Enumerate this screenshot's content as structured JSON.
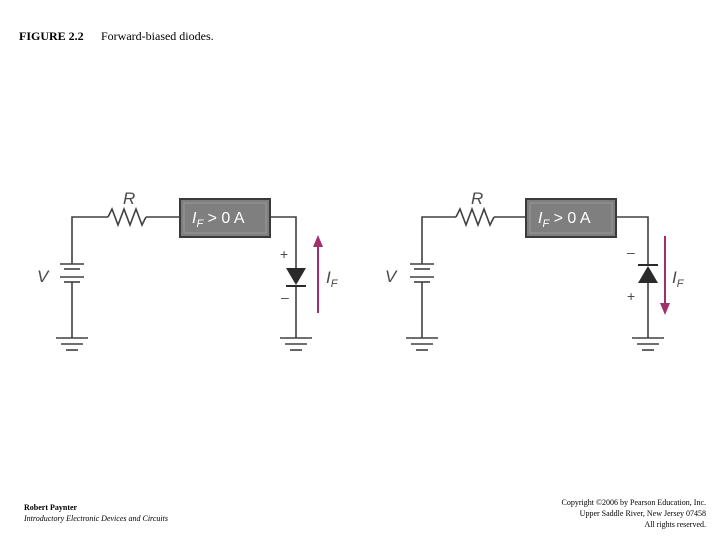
{
  "header": {
    "figure_label": "FIGURE 2.2",
    "caption": "Forward-biased diodes."
  },
  "footer": {
    "author": "Robert Paynter",
    "book_title": "Introductory Electronic Devices and Circuits",
    "copyright_lines": [
      "Copyright ©2006 by Pearson Education, Inc.",
      "Upper Saddle River, New Jersey 07458",
      "All rights reserved."
    ]
  },
  "circuits": [
    {
      "resistor_label": "R",
      "source_label": "V",
      "meter": {
        "symbol": "I",
        "subscript": "F",
        "relation": " > 0 A"
      },
      "current": {
        "symbol": "I",
        "subscript": "F",
        "direction": "up"
      },
      "polarity_top": "+",
      "polarity_bottom": "–",
      "diode_orientation": "anode-top"
    },
    {
      "resistor_label": "R",
      "source_label": "V",
      "meter": {
        "symbol": "I",
        "subscript": "F",
        "relation": " > 0 A"
      },
      "current": {
        "symbol": "I",
        "subscript": "F",
        "direction": "down"
      },
      "polarity_top": "–",
      "polarity_bottom": "+",
      "diode_orientation": "cathode-top"
    }
  ],
  "colors": {
    "wire": "#404040",
    "meter_fill": "#7f7f7f",
    "meter_border": "#3a3a3a",
    "current_arrow": "#a0306a",
    "label_gray": "#4a4a4a"
  }
}
